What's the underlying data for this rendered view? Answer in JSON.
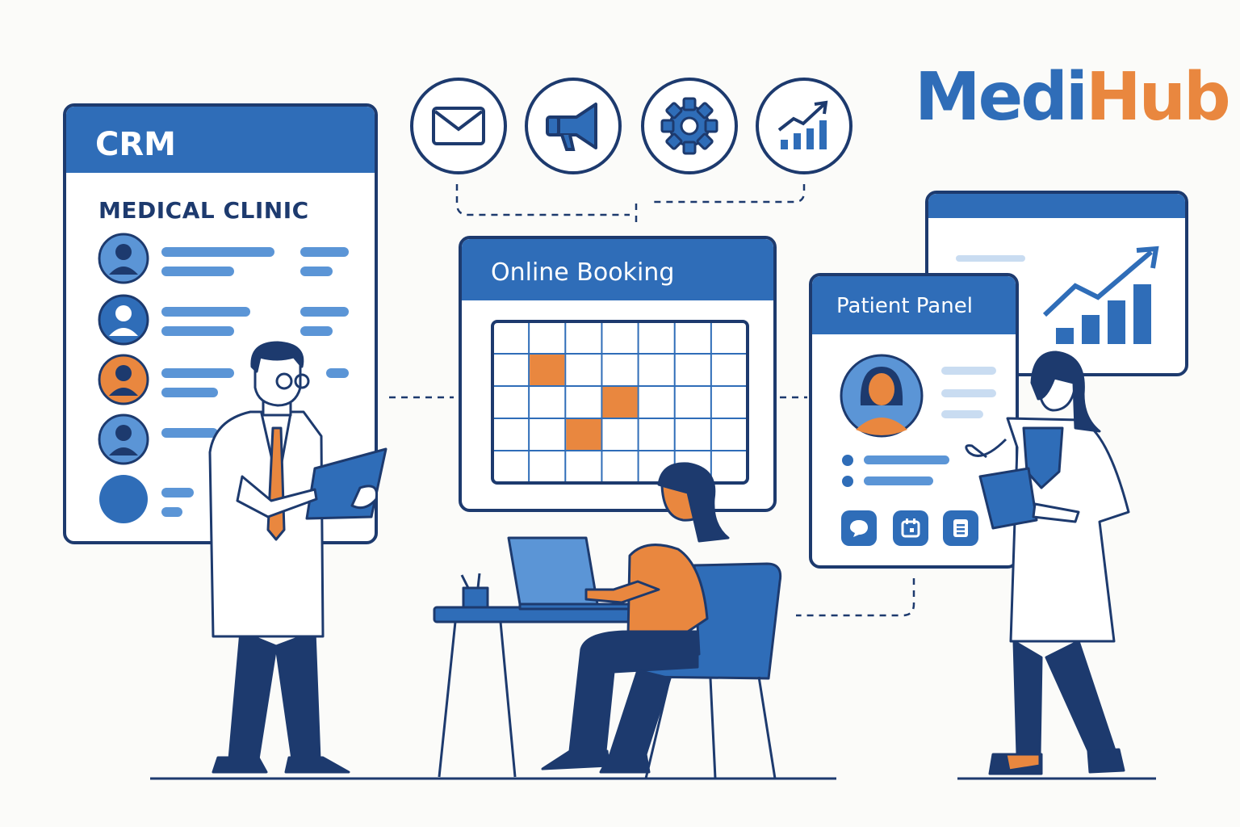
{
  "brand": {
    "part1": "Medi",
    "part2": "Hub"
  },
  "crm": {
    "title": "CRM",
    "subtitle": "MEDICAL CLINIC"
  },
  "booking": {
    "title": "Online Booking",
    "highlighted_cells": [
      [
        1,
        1
      ],
      [
        3,
        2
      ],
      [
        2,
        3
      ]
    ]
  },
  "patient_panel": {
    "title": "Patient Panel"
  },
  "feature_icons": [
    "envelope-icon",
    "megaphone-icon",
    "gear-icon",
    "growth-chart-icon"
  ],
  "patient_actions": [
    "chat-icon",
    "calendar-icon",
    "document-icon"
  ],
  "colors": {
    "navy": "#1d3a6e",
    "blue": "#2f6db8",
    "light_blue": "#5b95d6",
    "orange": "#e9873f"
  }
}
